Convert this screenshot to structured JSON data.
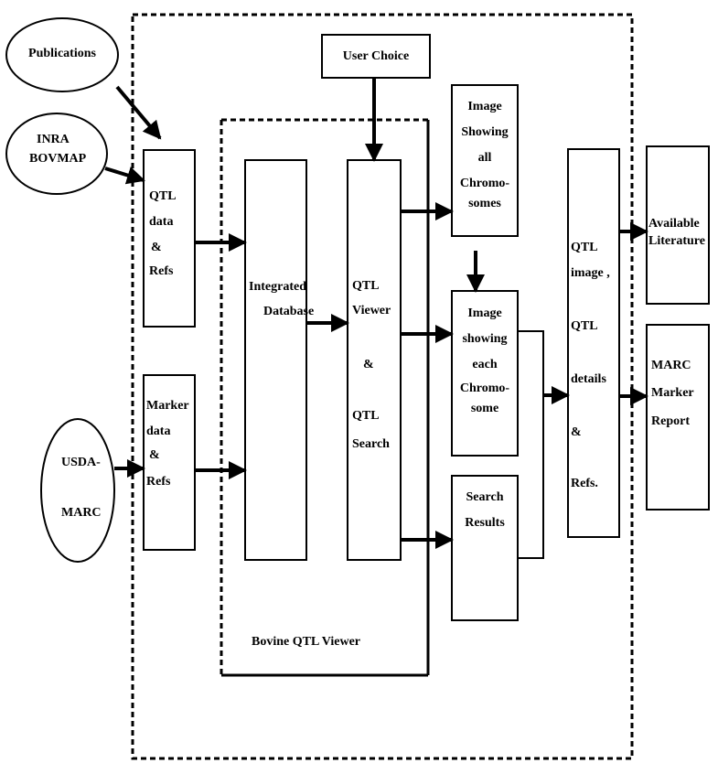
{
  "sources": {
    "publications": "Publications",
    "inra_line1": "INRA",
    "inra_line2": "BOVMAP",
    "usda_line1": "USDA-",
    "usda_line2": "MARC",
    "user_choice": "User Choice"
  },
  "inputs": {
    "qtl_data": [
      "QTL",
      "data",
      "&",
      "Refs"
    ],
    "marker_data": [
      "Marker",
      "data",
      "&",
      "Refs"
    ]
  },
  "viewer": {
    "container_label": "Bovine QTL Viewer",
    "integrated_db": [
      "Integrated",
      "Database"
    ],
    "qtl_viewer": [
      "QTL",
      "Viewer",
      "&",
      "QTL",
      "Search"
    ]
  },
  "outputs": {
    "all_chromosomes": [
      "Image",
      "Showing",
      "all",
      "Chromo-",
      "somes"
    ],
    "each_chromosome": [
      "Image",
      "showing",
      "each",
      "Chromo-",
      "some"
    ],
    "search_results": [
      "Search",
      "Results"
    ],
    "qtl_details": [
      "QTL",
      "image ,",
      "QTL",
      "details",
      "&",
      "Refs."
    ],
    "literature": [
      "Available",
      "Literature"
    ],
    "marc_report": [
      "MARC",
      "Marker",
      "Report"
    ]
  }
}
